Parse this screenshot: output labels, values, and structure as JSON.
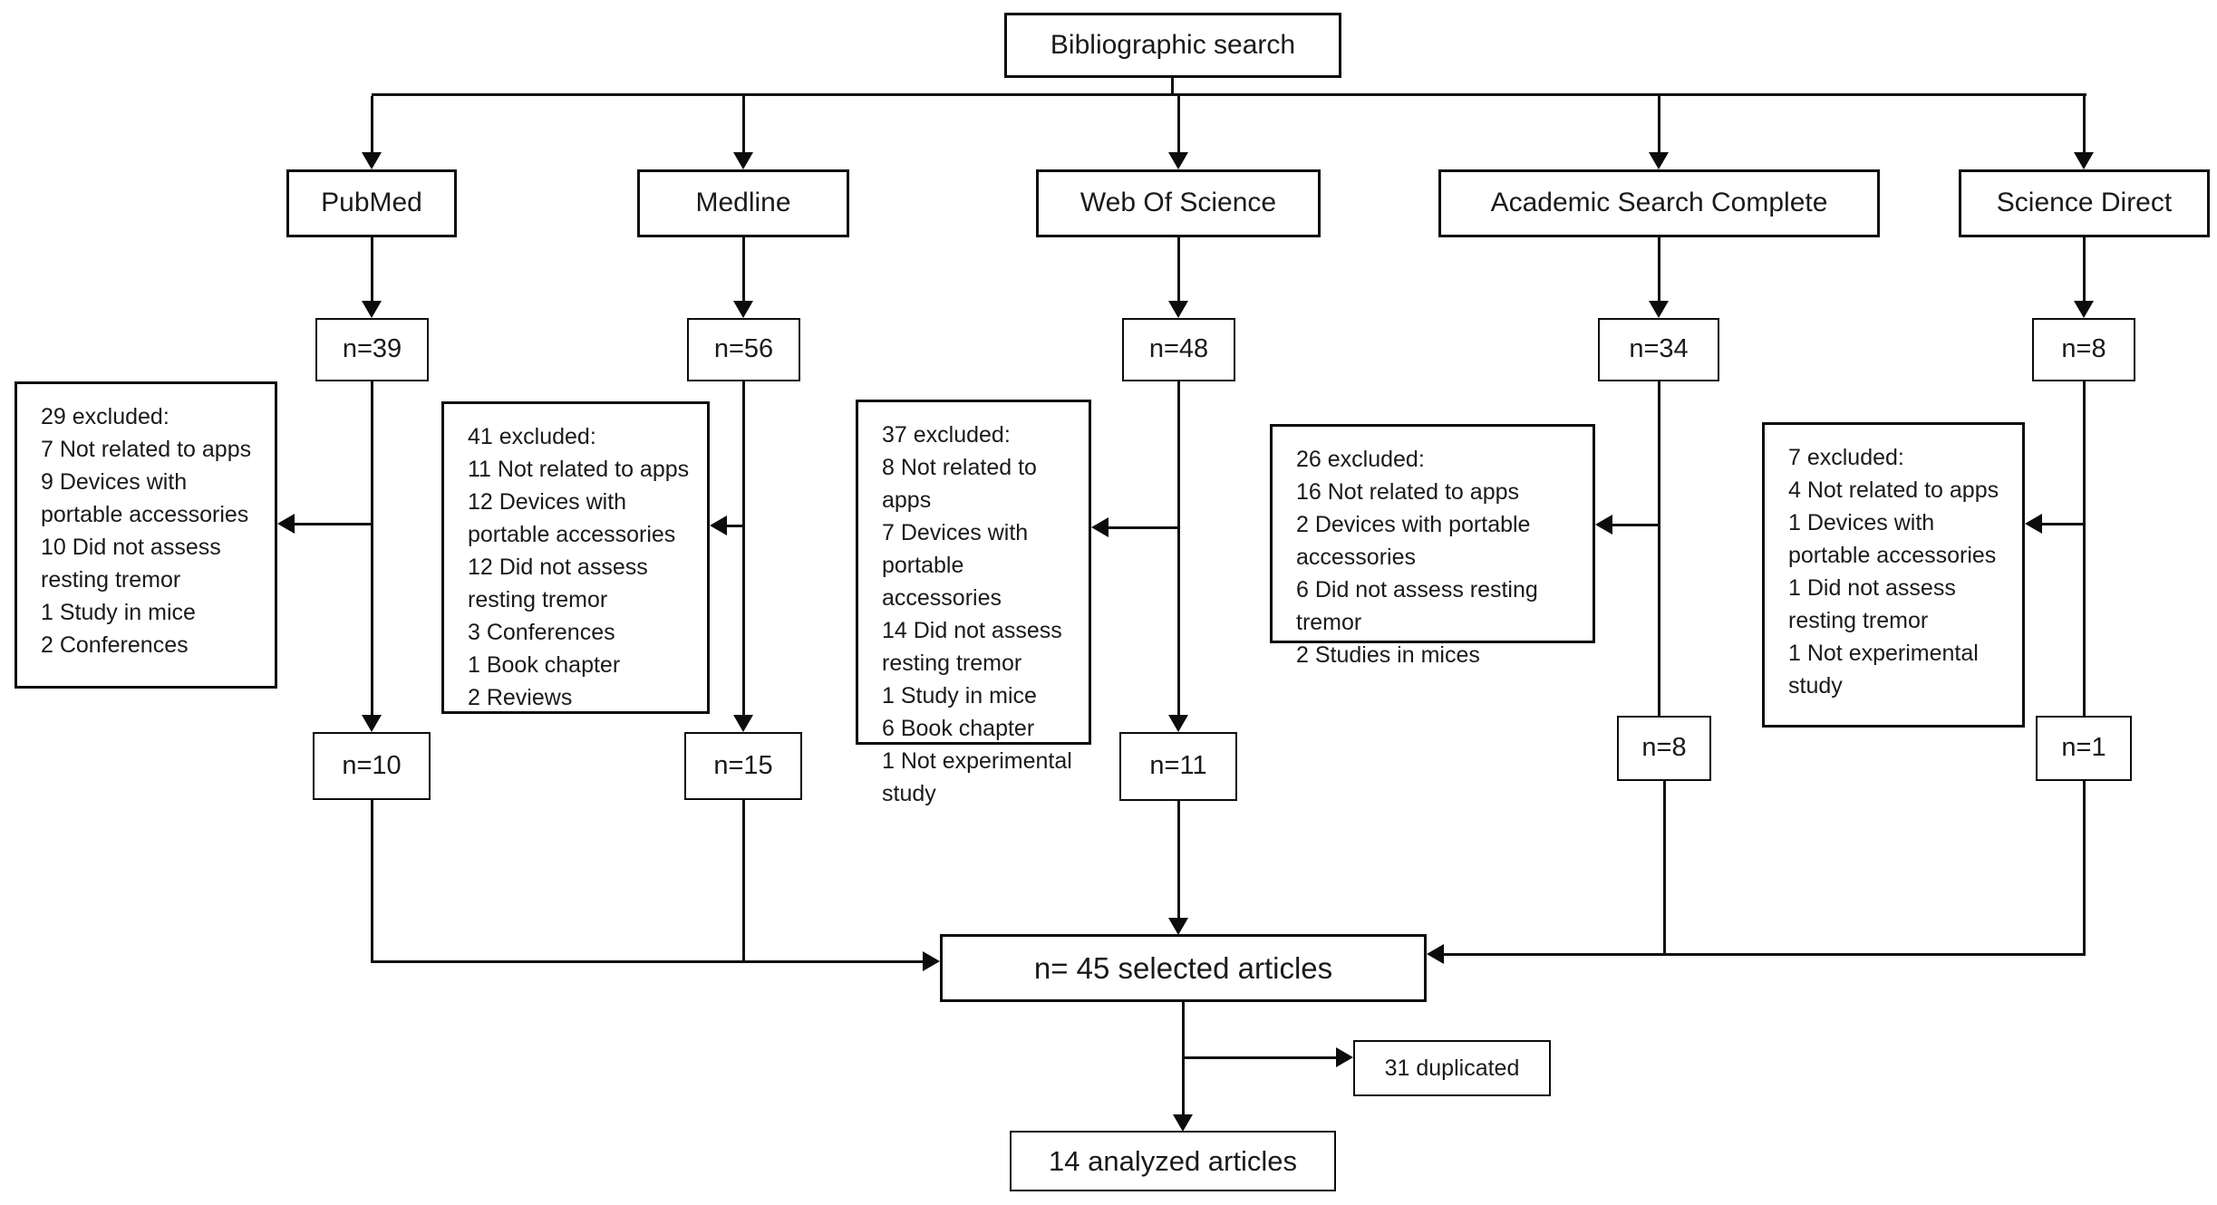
{
  "diagram": {
    "title": "Bibliographic search",
    "columns": [
      {
        "source": "PubMed",
        "count": "n=39",
        "excluded": [
          "29 excluded:",
          "7 Not related to apps",
          "9 Devices with",
          "portable accessories",
          "10 Did not assess",
          "resting tremor",
          "1 Study in mice",
          "2 Conferences"
        ],
        "remaining": "n=10"
      },
      {
        "source": "Medline",
        "count": "n=56",
        "excluded": [
          "41 excluded:",
          "11 Not related to apps",
          "12 Devices with",
          "portable accessories",
          "12 Did not assess",
          "resting tremor",
          "3 Conferences",
          "1 Book chapter",
          "2 Reviews"
        ],
        "remaining": "n=15"
      },
      {
        "source": "Web Of Science",
        "count": "n=48",
        "excluded": [
          "37 excluded:",
          "8 Not related to apps",
          "7 Devices with",
          "portable accessories",
          "14 Did not assess",
          "resting tremor",
          "1 Study in mice",
          "6 Book chapter",
          "1 Not experimental",
          "study"
        ],
        "remaining": "n=11"
      },
      {
        "source": "Academic Search Complete",
        "count": "n=34",
        "excluded": [
          "26 excluded:",
          "16 Not related to apps",
          "2 Devices with portable",
          "accessories",
          "6 Did not assess resting tremor",
          "2 Studies in mices"
        ],
        "remaining": "n=8"
      },
      {
        "source": "Science Direct",
        "count": "n=8",
        "excluded": [
          "7 excluded:",
          "4 Not related to apps",
          "1 Devices with",
          "portable accessories",
          "1 Did not assess",
          "resting tremor",
          "1 Not experimental",
          "study"
        ],
        "remaining": "n=1"
      }
    ],
    "selected": "n= 45 selected articles",
    "duplicated": "31 duplicated",
    "analyzed": "14 analyzed articles",
    "colors": {
      "line": "#0c0c0c",
      "background": "#ffffff",
      "text": "#1a1a1a"
    }
  }
}
